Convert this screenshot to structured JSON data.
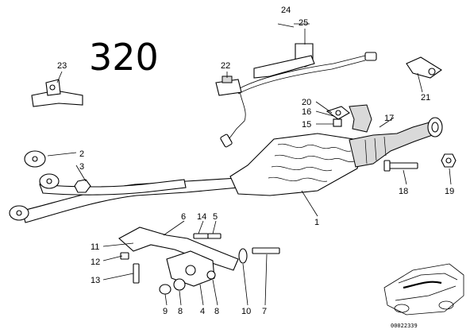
{
  "model_label": "320",
  "image_code": "00022339",
  "callouts": [
    {
      "n": "1"
    },
    {
      "n": "2"
    },
    {
      "n": "3"
    },
    {
      "n": "4"
    },
    {
      "n": "5"
    },
    {
      "n": "6"
    },
    {
      "n": "7"
    },
    {
      "n": "8"
    },
    {
      "n": "8"
    },
    {
      "n": "9"
    },
    {
      "n": "10"
    },
    {
      "n": "11"
    },
    {
      "n": "12"
    },
    {
      "n": "13"
    },
    {
      "n": "14"
    },
    {
      "n": "15"
    },
    {
      "n": "16"
    },
    {
      "n": "17"
    },
    {
      "n": "18"
    },
    {
      "n": "19"
    },
    {
      "n": "20"
    },
    {
      "n": "21"
    },
    {
      "n": "22"
    },
    {
      "n": "23"
    },
    {
      "n": "24"
    },
    {
      "n": "25"
    }
  ],
  "colors": {
    "ink": "#000000",
    "background": "#ffffff",
    "metal_shade": "#d9d9d9"
  }
}
